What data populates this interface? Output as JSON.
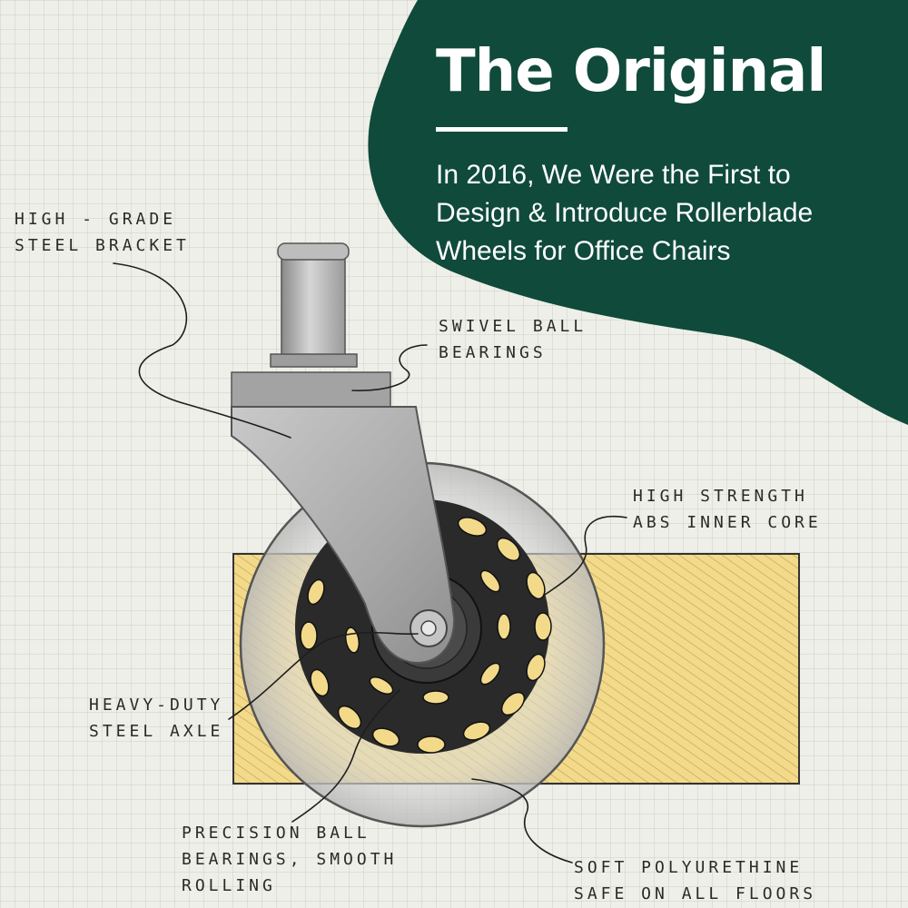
{
  "colors": {
    "brand_green": "#0f4a3a",
    "background_paper": "#efefe9",
    "block_yellow": "#f3da8a",
    "wheel_core": "#2a2a2a"
  },
  "headline": {
    "title": "The Original",
    "subtitle_lines": [
      "In 2016, We Were the First to",
      "Design & Introduce Rollerblade",
      "Wheels for Office Chairs"
    ]
  },
  "callouts": {
    "bracket": [
      "HIGH - GRADE",
      "STEEL BRACKET"
    ],
    "swivel": [
      "SWIVEL BALL",
      "BEARINGS"
    ],
    "core": [
      "HIGH  STRENGTH",
      "ABS  INNER CORE"
    ],
    "axle": [
      "HEAVY-DUTY",
      "STEEL AXLE"
    ],
    "bearings": [
      "PRECISION BALL",
      "BEARINGS, SMOOTH",
      "ROLLING"
    ],
    "tread": [
      "SOFT  POLYURETHINE",
      "SAFE ON ALL FLOORS"
    ]
  }
}
